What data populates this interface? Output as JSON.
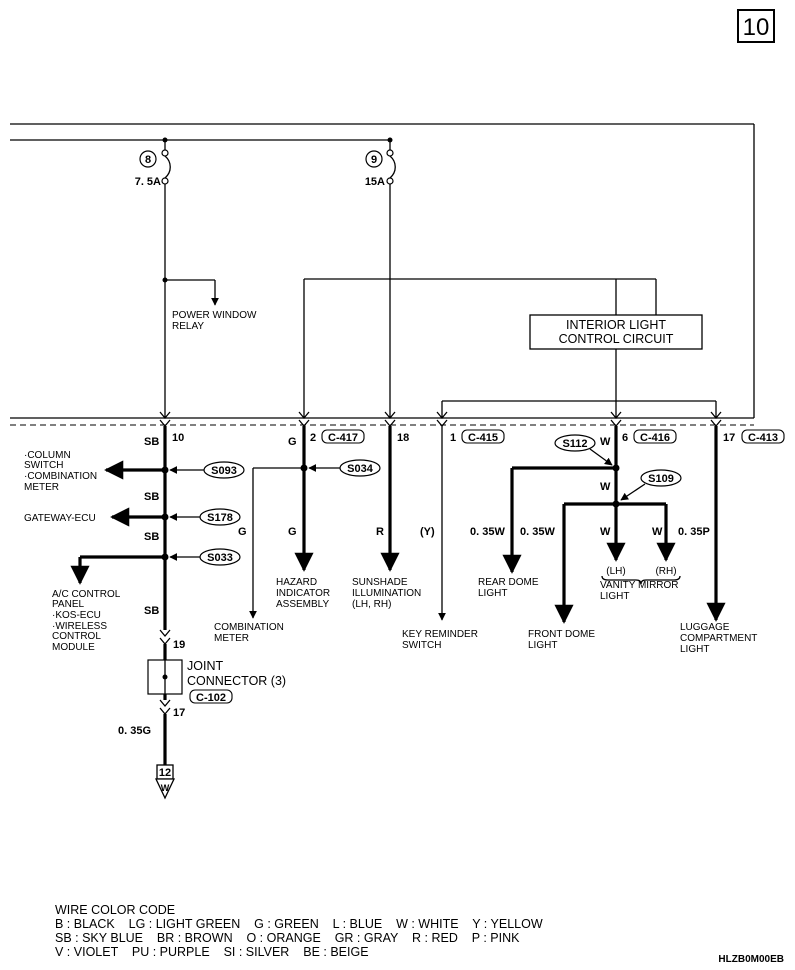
{
  "page_number": "10",
  "fuses": [
    {
      "number": "8",
      "rating": "7. 5A"
    },
    {
      "number": "9",
      "rating": "15A"
    }
  ],
  "labels": {
    "power_window_relay": [
      "POWER WINDOW",
      "RELAY"
    ],
    "interior_light_control": [
      "INTERIOR LIGHT",
      "CONTROL CIRCUIT"
    ],
    "column_switch": [
      "·COLUMN",
      "SWITCH",
      "·COMBINATION",
      "METER"
    ],
    "gateway_ecu": "GATEWAY-ECU",
    "ac_control": [
      "A/C CONTROL",
      "PANEL",
      "·KOS-ECU",
      "·WIRELESS",
      "CONTROL",
      "MODULE"
    ],
    "joint_connector": [
      "JOINT",
      "CONNECTOR (3)"
    ],
    "combination_meter": [
      "COMBINATION",
      "METER"
    ],
    "hazard_indicator": [
      "HAZARD",
      "INDICATOR",
      "ASSEMBLY"
    ],
    "sunshade_illumination": [
      "SUNSHADE",
      "ILLUMINATION",
      "(LH, RH)"
    ],
    "key_reminder": [
      "KEY REMINDER",
      "SWITCH"
    ],
    "rear_dome": [
      "REAR DOME",
      "LIGHT"
    ],
    "front_dome": [
      "FRONT DOME",
      "LIGHT"
    ],
    "vanity_mirror": [
      "VANITY MIRROR",
      "LIGHT"
    ],
    "luggage": [
      "LUGGAGE",
      "COMPARTMENT",
      "LIGHT"
    ],
    "lh": "(LH)",
    "rh": "(RH)"
  },
  "pins": {
    "p10": "10",
    "p2": "2",
    "p18": "18",
    "p1": "1",
    "p6": "6",
    "p17": "17",
    "jc19": "19",
    "jc17": "17"
  },
  "connectors": {
    "c417": "C-417",
    "c415": "C-415",
    "c416": "C-416",
    "c413": "C-413",
    "c102": "C-102"
  },
  "splices": {
    "s093": "S093",
    "s034": "S034",
    "s178": "S178",
    "s033": "S033",
    "s112": "S112",
    "s109": "S109"
  },
  "wire_labels": {
    "sb1": "SB",
    "sb2": "SB",
    "sb3": "SB",
    "sb4": "SB",
    "g1": "G",
    "g2": "G",
    "g3": "G",
    "r": "R",
    "y": "(Y)",
    "w1": "W",
    "w2": "W",
    "w3": "W",
    "w4": "W",
    "w035a": "0. 35W",
    "w035b": "0. 35W",
    "p035": "0. 35P",
    "g035": "0. 35G"
  },
  "off_page": {
    "number": "12",
    "letter": "W"
  },
  "wire_color_code": {
    "title": "WIRE COLOR CODE",
    "rows": [
      "B : BLACK    LG : LIGHT GREEN    G : GREEN    L : BLUE    W : WHITE    Y : YELLOW",
      "SB : SKY BLUE    BR : BROWN    O : ORANGE    GR : GRAY    R : RED    P : PINK",
      "V : VIOLET    PU : PURPLE    SI : SILVER    BE : BEIGE"
    ]
  },
  "diagram_code": "HLZB0M00EB"
}
